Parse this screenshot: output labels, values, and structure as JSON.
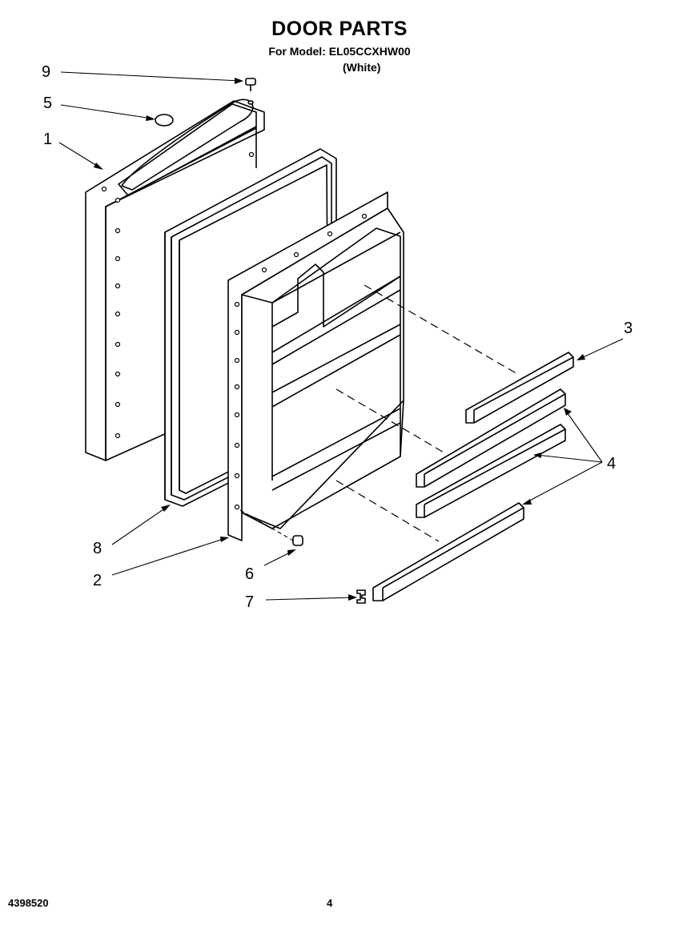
{
  "header": {
    "title": "DOOR PARTS",
    "model_line": "For Model: EL05CCXHW00",
    "color_line": "(White)"
  },
  "callouts": {
    "c1": "1",
    "c2": "2",
    "c3": "3",
    "c4": "4",
    "c5": "5",
    "c6": "6",
    "c7": "7",
    "c8": "8",
    "c9": "9"
  },
  "footer": {
    "doc_number": "4398520",
    "page_number": "4"
  }
}
